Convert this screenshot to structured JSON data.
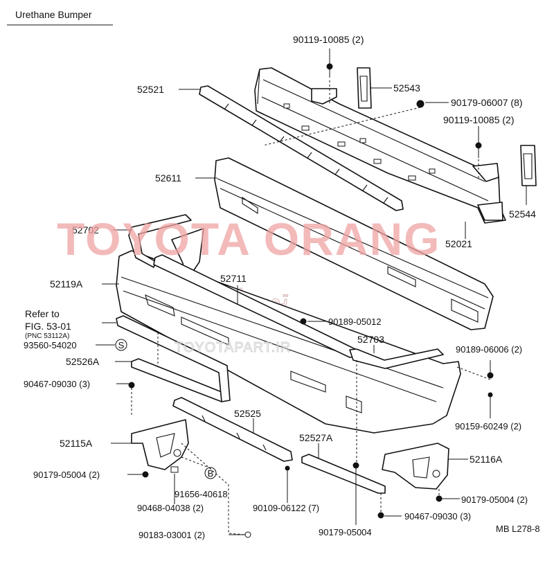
{
  "title": "Urethane Bumper",
  "watermark": {
    "main": "TOYOTA ORANG",
    "arabic": "تویوتا اورنگ",
    "url": "TOYOTAPART.IR"
  },
  "refer": {
    "line1": "Refer to",
    "line2": "FIG. 53-01",
    "line3": "(PNC 53112A)"
  },
  "labels": {
    "p90119_10085_top": "90119-10085 (2)",
    "p52543": "52543",
    "p90179_06007": "90179-06007 (8)",
    "p90119_10085_right": "90119-10085 (2)",
    "p52521": "52521",
    "p52611": "52611",
    "p52544": "52544",
    "p52702": "52702",
    "p52021": "52021",
    "p52119A": "52119A",
    "p52711": "52711",
    "p90189_05012": "90189-05012",
    "p52020": "S",
    "p93560_54020": "93560-54020",
    "p52703": "52703",
    "p90189_06006": "90189-06006 (2)",
    "p52526A": "52526A",
    "p90467_09030_left": "90467-09030 (3)",
    "p90159_60249": "90159-60249 (2)",
    "p52525": "52525",
    "p52115A": "52115A",
    "p52527A": "52527A",
    "p52116A": "52116A",
    "p90179_05004_left": "90179-05004 (2)",
    "circle_b": "B",
    "p91656_40618": "91656-40618",
    "p90468_04038": "90468-04038 (2)",
    "p90109_06122": "90109-06122 (7)",
    "p90179_05004_right": "90179-05004 (2)",
    "p90467_09030_right": "90467-09030 (3)",
    "p90183_03001": "90183-03001 (2)",
    "p90179_05004_bottom": "90179-05004",
    "code": "MB L278-8"
  }
}
